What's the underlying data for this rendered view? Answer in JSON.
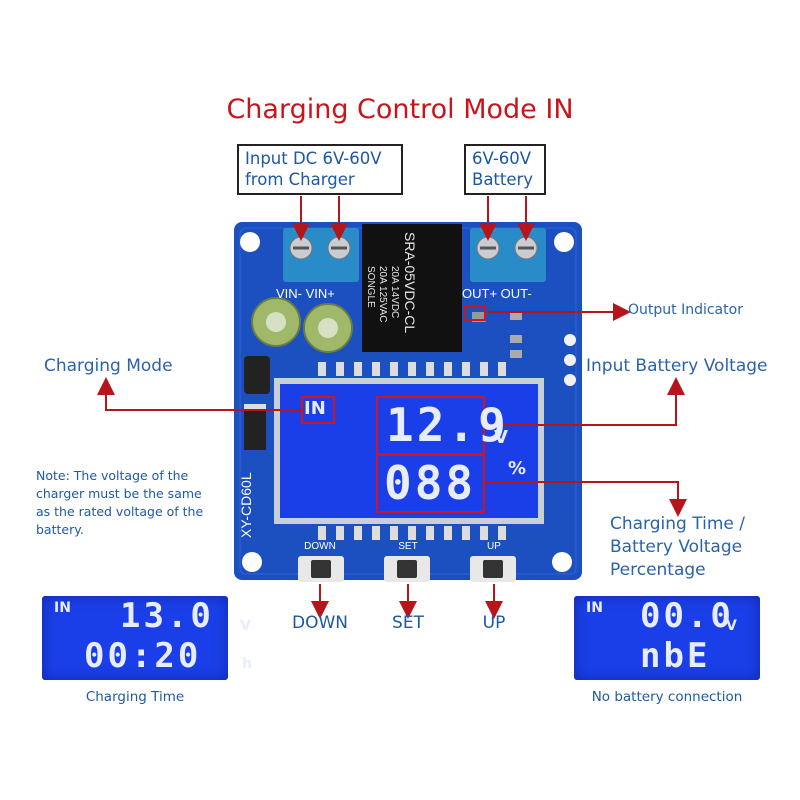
{
  "title": "Charging Control Mode IN",
  "callouts": {
    "input_dc": [
      "Input DC 6V-60V",
      "from Charger"
    ],
    "battery": [
      "6V-60V",
      "Battery"
    ],
    "output_indicator": "Output Indicator",
    "charging_mode": "Charging Mode",
    "input_battery_voltage": "Input Battery Voltage",
    "charging_time": [
      "Charging Time /",
      "Battery Voltage",
      "Percentage"
    ]
  },
  "note": [
    "Note: The voltage of the",
    "charger must be the same",
    "as the rated voltage of the",
    "battery."
  ],
  "board": {
    "terminal_left": "VIN- VIN+",
    "terminal_right": "OUT+ OUT-",
    "model": "XY-CD60L",
    "relay_lines": [
      "SRA-05VDC-CL",
      "20A 14VDC",
      "20A 125VAC",
      "SONGLE"
    ],
    "lcd": {
      "mode": "IN",
      "voltage": "12.9",
      "voltage_unit": "V",
      "percent": "088",
      "percent_unit": "%"
    },
    "button_labels_silk": [
      "DOWN",
      "SET",
      "UP"
    ]
  },
  "buttons": [
    "DOWN",
    "SET",
    "UP"
  ],
  "example_left": {
    "mode": "IN",
    "voltage": "13.0",
    "voltage_unit": "V",
    "time": "00:20",
    "time_unit": "h",
    "caption": "Charging Time"
  },
  "example_right": {
    "mode": "IN",
    "voltage": "00.0",
    "voltage_unit": "V",
    "code": "nbE",
    "caption": "No battery connection"
  },
  "colors": {
    "title": "#c8151b",
    "text": "#1d58a5",
    "lcd": "#1a3fe8",
    "pcb": "#1c4fc0",
    "arrow": "#b5161c"
  }
}
